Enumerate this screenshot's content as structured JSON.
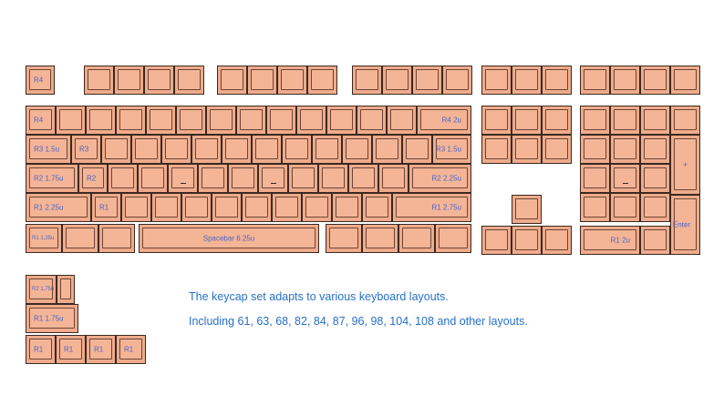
{
  "caption": {
    "line1": "The keycap set adapts to various keyboard layouts.",
    "line2": "Including 61, 63, 68, 82, 84, 87, 96, 98, 104, 108 and other layouts."
  },
  "legends": {
    "r4": "R4",
    "r4_2u": "R4 2u",
    "r3_15u": "R3 1.5u",
    "r3": "R3",
    "r2_175u": "R2 1.75u",
    "r2": "R2",
    "r2_225u": "R2 2.25u",
    "r1_225u": "R1 2.25u",
    "r1": "R1",
    "r1_275u": "R1 2.75u",
    "r1_125u": "R1 1.25u",
    "spacebar": "Spacebar 6.25u",
    "plus": "+",
    "enter": "Enter",
    "r1_2u": "R1 2u",
    "r1_175u": "R1 1.75u"
  },
  "colors": {
    "keycap_fill": "#efab8b",
    "legend_text": "#4a64c8",
    "caption_text": "#2670c8",
    "background": "#ffffff"
  }
}
